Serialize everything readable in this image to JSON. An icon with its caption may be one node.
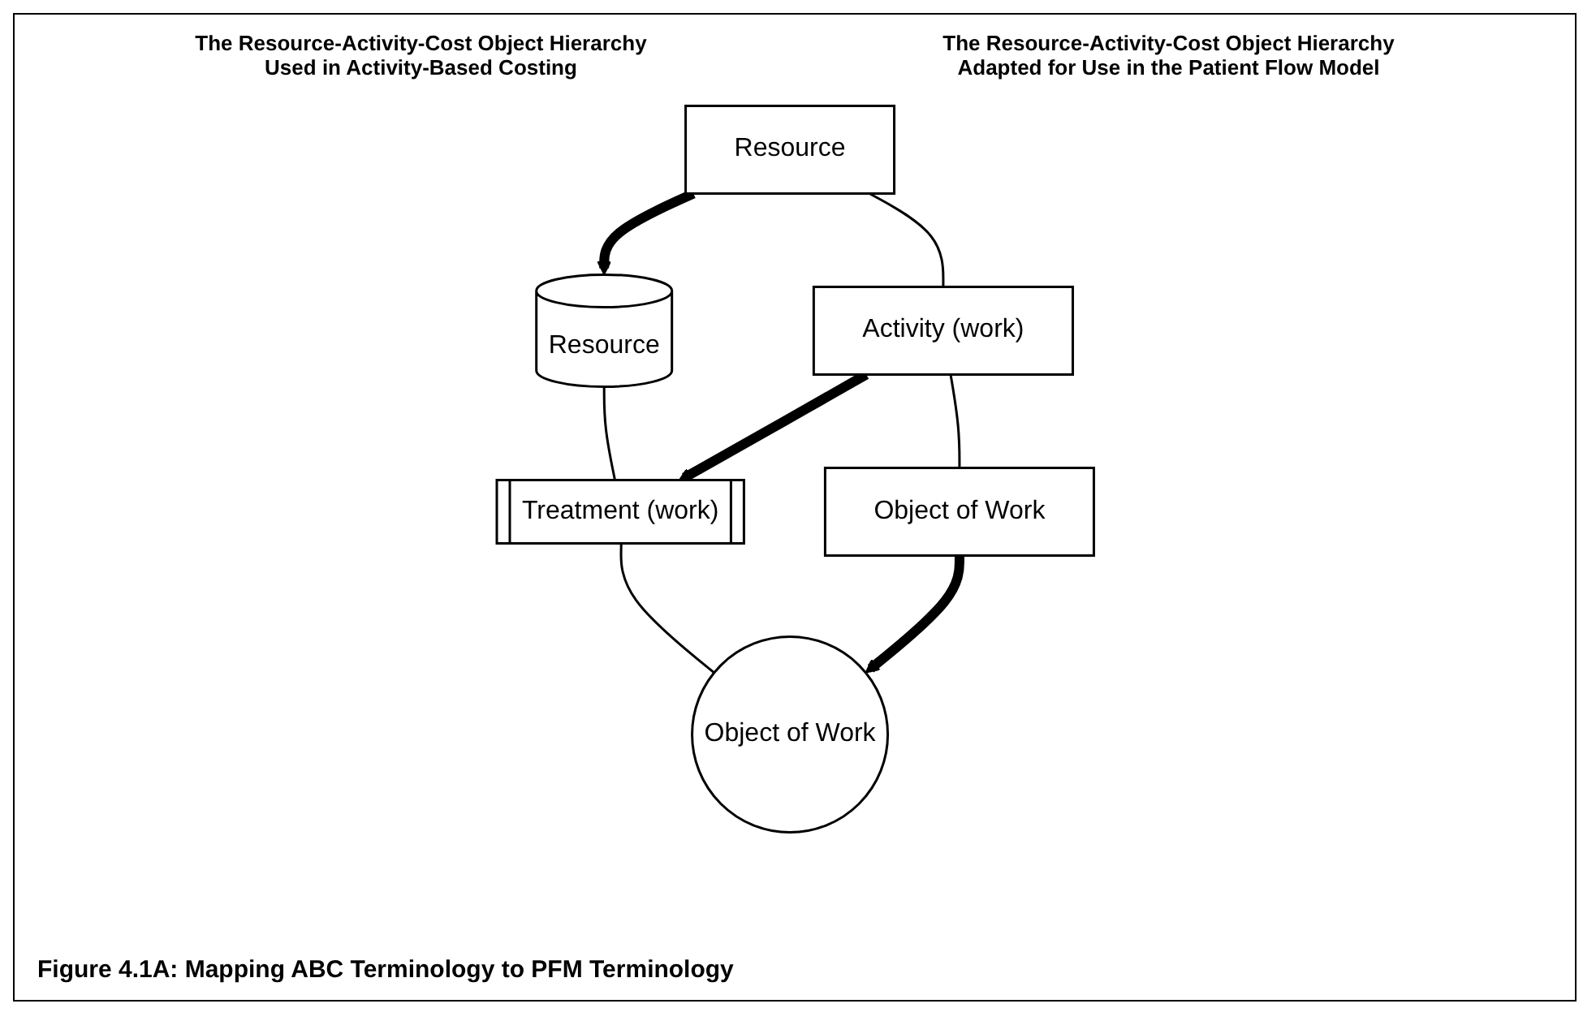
{
  "diagram": {
    "caption": "Figure 4.1A: Mapping ABC Terminology to PFM Terminology",
    "nodes": [
      {
        "text": [
          "Resource"
        ]
      },
      {
        "text": [
          "Activity (work)"
        ]
      },
      {
        "text": [
          "Object of Work"
        ]
      },
      {
        "text": [
          "Resource"
        ]
      },
      {
        "text": [
          "Treatment (work)"
        ]
      },
      {
        "text": [
          "Object of Work"
        ]
      }
    ],
    "edges": [
      {
        "from": 0,
        "to": 1,
        "arrow": "none"
      },
      {
        "from": 1,
        "to": 2,
        "arrow": "none"
      },
      {
        "from": 3,
        "to": 4,
        "arrow": "none"
      },
      {
        "from": 4,
        "to": 5,
        "arrow": "none"
      },
      {
        "from": 0,
        "to": 3,
        "arrow": "to",
        "style": "thick"
      },
      {
        "from": 1,
        "to": 4,
        "arrow": "to",
        "style": "thick"
      },
      {
        "from": 2,
        "to": 5,
        "arrow": "to",
        "style": "thick"
      }
    ],
    "labels": [
      "The Resource-Activity-Cost Object Hierarchy Used in Activity-Based Costing",
      "The Resource-Activity-Cost Object Hierarchy Adapted for Use in the Patient Flow Model"
    ]
  }
}
